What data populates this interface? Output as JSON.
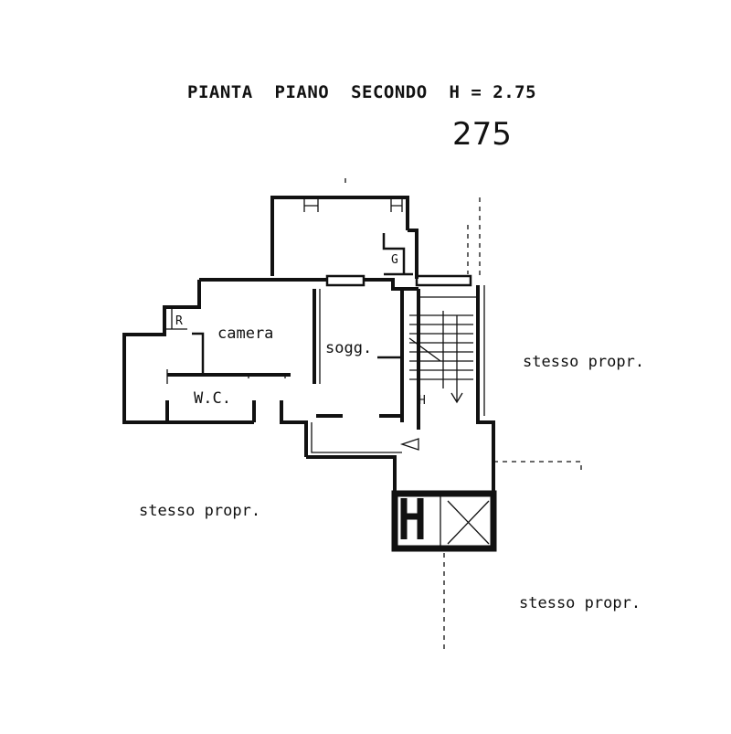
{
  "title": "PIANTA  PIANO  SECONDO  H = 2.75",
  "handwritten_number": "275",
  "rooms": {
    "camera": "camera",
    "soggiorno": "sogg.",
    "wc": "W.C."
  },
  "symbols": {
    "refrigerator": "R",
    "gas": "G",
    "stair_marker": "H"
  },
  "neighbours": {
    "east": "stesso propr.",
    "southwest": "stesso propr.",
    "southeast": "stesso propr."
  }
}
